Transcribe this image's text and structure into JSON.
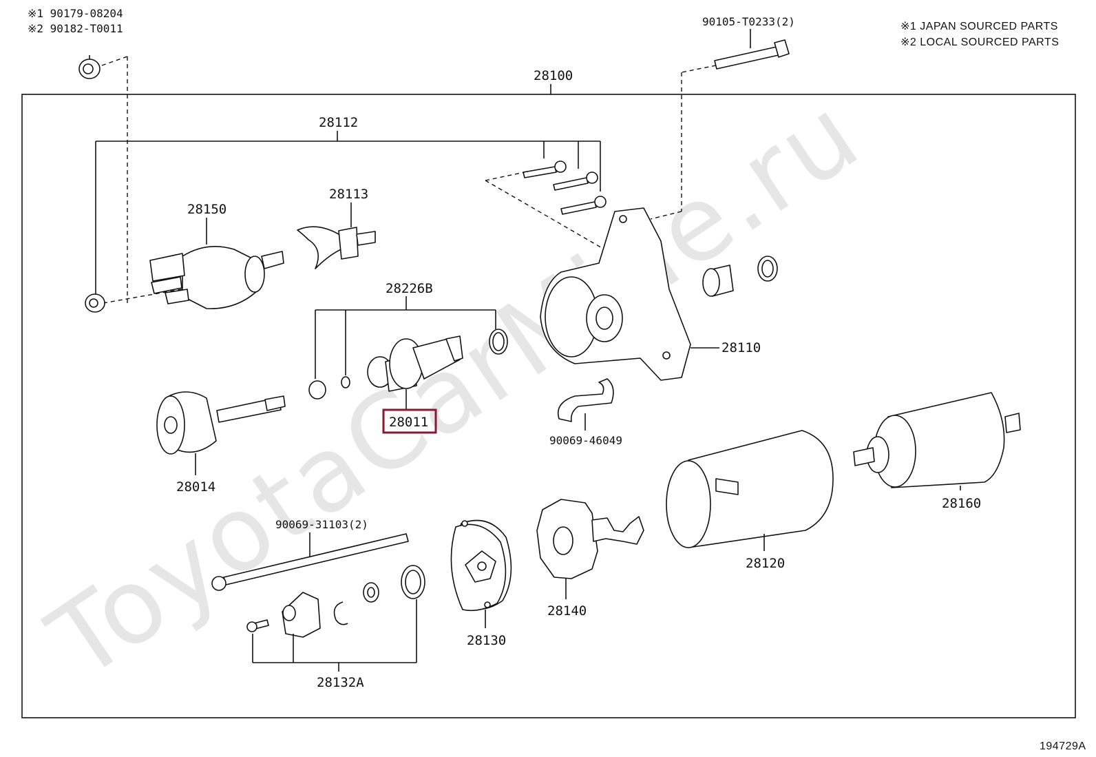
{
  "notes": {
    "top_left_1": "※1 90179-08204",
    "top_left_2": "※2 90182-T0011",
    "legend_1": "※1 JAPAN SOURCED PARTS",
    "legend_2": "※2 LOCAL SOURCED PARTS"
  },
  "watermark": "ToyotaCarMine.ru",
  "diagram_code": "194729A",
  "highlight_color": "#8b1730",
  "parts": {
    "bolt_top": "90105-T0233(2)",
    "assembly": "28100",
    "kit_screws": "28112",
    "solenoid": "28150",
    "lever": "28113",
    "clutch_kit": "28226B",
    "housing": "28110",
    "clutch_selected": "28011",
    "pinion_shaft": "28014",
    "hose": "90069-46049",
    "yoke": "28120",
    "armature": "28160",
    "through_bolt": "90069-31103(2)",
    "end_frame": "28130",
    "brush_holder": "28140",
    "bearing_cover_kit": "28132A"
  }
}
